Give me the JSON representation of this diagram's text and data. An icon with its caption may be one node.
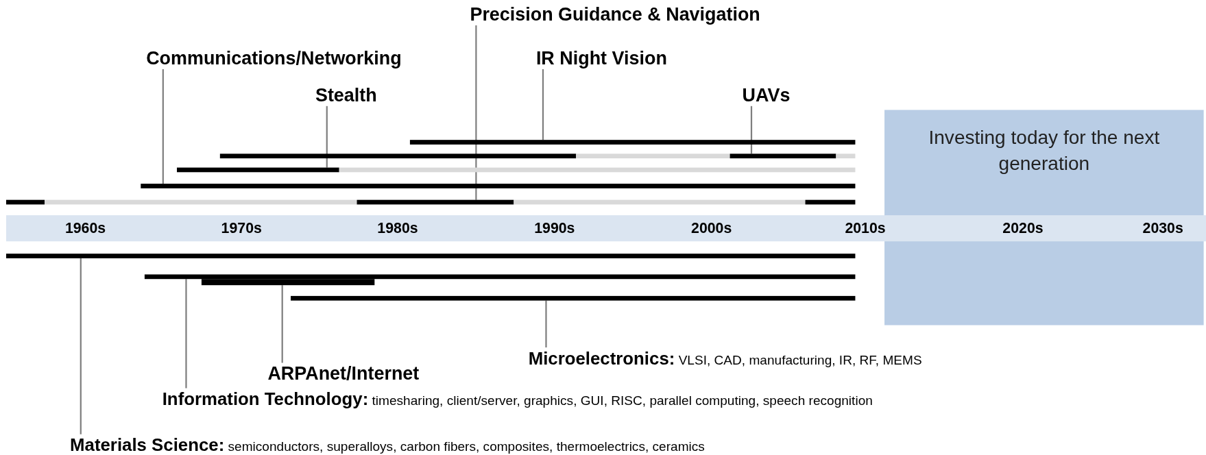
{
  "diagram": {
    "nodes": [
      {
        "text": [
          "Precision Guidance & Navigation"
        ]
      },
      {
        "text": [
          "Communications/Networking"
        ]
      },
      {
        "text": [
          "IR Night Vision"
        ]
      },
      {
        "text": [
          "Stealth"
        ]
      },
      {
        "text": [
          "UAVs"
        ]
      },
      {
        "text": [],
        "shape": "bar"
      },
      {
        "text": [],
        "shape": "bar"
      },
      {
        "text": [],
        "shape": "bar"
      },
      {
        "text": [],
        "shape": "bar"
      },
      {
        "text": [],
        "shape": "bar"
      },
      {
        "text": [
          "Investing today for the next generation"
        ]
      },
      {
        "text": [],
        "shape": "bar"
      },
      {
        "text": [],
        "shape": "bar"
      },
      {
        "text": [],
        "shape": "bar"
      },
      {
        "text": [],
        "shape": "bar"
      },
      {
        "text": [
          "**Microelectronics:** VLSI, CAD, manufacturing, IR, RF, MEMS"
        ]
      },
      {
        "text": [
          "ARPAnet/Internet"
        ]
      },
      {
        "text": [
          "**Information Technology:** timesharing, client/server, graphics, GUI, RISC, parallel computing, speech recognition"
        ]
      },
      {
        "text": [
          "**Materials Science:** semiconductors, superalloys, carbon fibers, composites, thermoelectrics, ceramics"
        ]
      }
    ],
    "edges": [
      {
        "from": 0,
        "to": 9,
        "arrow": "none"
      },
      {
        "from": 1,
        "to": 8,
        "arrow": "none"
      },
      {
        "from": 2,
        "to": 5,
        "arrow": "none"
      },
      {
        "from": 3,
        "to": 7,
        "arrow": "none"
      },
      {
        "from": 4,
        "to": 6,
        "arrow": "none"
      },
      {
        "from": 15,
        "to": 14,
        "arrow": "none"
      },
      {
        "from": 16,
        "to": 13,
        "arrow": "none"
      },
      {
        "from": 17,
        "to": 12,
        "arrow": "none"
      },
      {
        "from": 18,
        "to": 11,
        "arrow": "none"
      }
    ],
    "labels": [
      "1960s",
      "1970s",
      "1980s",
      "1990s",
      "2000s",
      "2010s",
      "2020s",
      "2030s"
    ]
  }
}
